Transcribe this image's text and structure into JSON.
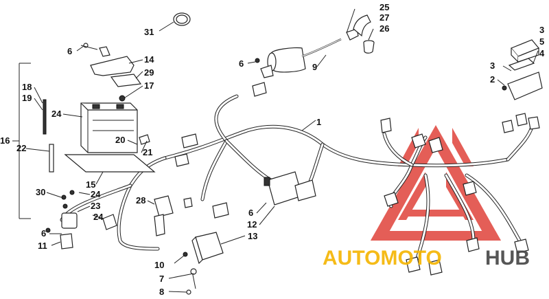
{
  "callouts": {
    "c1": "1",
    "c2": "2",
    "c3a": "3",
    "c3b": "3",
    "c4": "4",
    "c5": "5",
    "c6a": "6",
    "c6b": "6",
    "c6c": "6",
    "c6d": "6",
    "c7": "7",
    "c8": "8",
    "c9": "9",
    "c10": "10",
    "c11": "11",
    "c12": "12",
    "c13": "13",
    "c14": "14",
    "c15": "15",
    "c16": "16",
    "c17": "17",
    "c18": "18",
    "c19": "19",
    "c20": "20",
    "c21": "21",
    "c22": "22",
    "c23": "23",
    "c24a": "24",
    "c24b": "24",
    "c24c": "24",
    "c25": "25",
    "c26": "26",
    "c27": "27",
    "c28": "28",
    "c29": "29",
    "c30": "30",
    "c31": "31"
  },
  "watermark": {
    "text_auto": "AUTOMOTO",
    "text_hub": "HUB",
    "color_triangle": "#e0433a",
    "color_auto": "#f4b400",
    "color_hub": "#444444"
  }
}
